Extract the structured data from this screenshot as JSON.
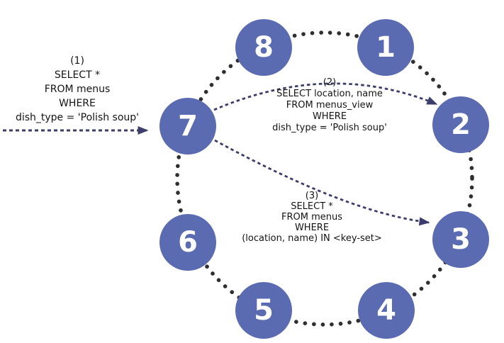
{
  "diagram": {
    "type": "token-ring-query-routing",
    "colors": {
      "node_fill": "#5a6bb1",
      "node_text": "#ffffff",
      "ring_dot": "#2f2f2f",
      "arrow": "#3d3d6b",
      "query_text": "#141414",
      "background": "#ffffff"
    },
    "nodes": [
      {
        "label": "1"
      },
      {
        "label": "2"
      },
      {
        "label": "3"
      },
      {
        "label": "4"
      },
      {
        "label": "5"
      },
      {
        "label": "6"
      },
      {
        "label": "7"
      },
      {
        "label": "8"
      }
    ],
    "queries": [
      {
        "step": "(1)",
        "lines": [
          "SELECT *",
          "FROM menus",
          "WHERE",
          "dish_type = 'Polish soup'"
        ]
      },
      {
        "step": "(2)",
        "lines": [
          "SELECT location, name",
          "FROM menus_view",
          "WHERE",
          "dish_type = 'Polish soup'"
        ]
      },
      {
        "step": "(3)",
        "lines": [
          "SELECT *",
          "FROM menus",
          "WHERE",
          "(location, name) IN <key-set>"
        ]
      }
    ],
    "arrows": [
      {
        "from": "client",
        "to": "node-7",
        "query": "(1)"
      },
      {
        "from": "node-7",
        "to": "node-2",
        "query": "(2)"
      },
      {
        "from": "node-7",
        "to": "node-3",
        "query": "(3)"
      }
    ]
  }
}
